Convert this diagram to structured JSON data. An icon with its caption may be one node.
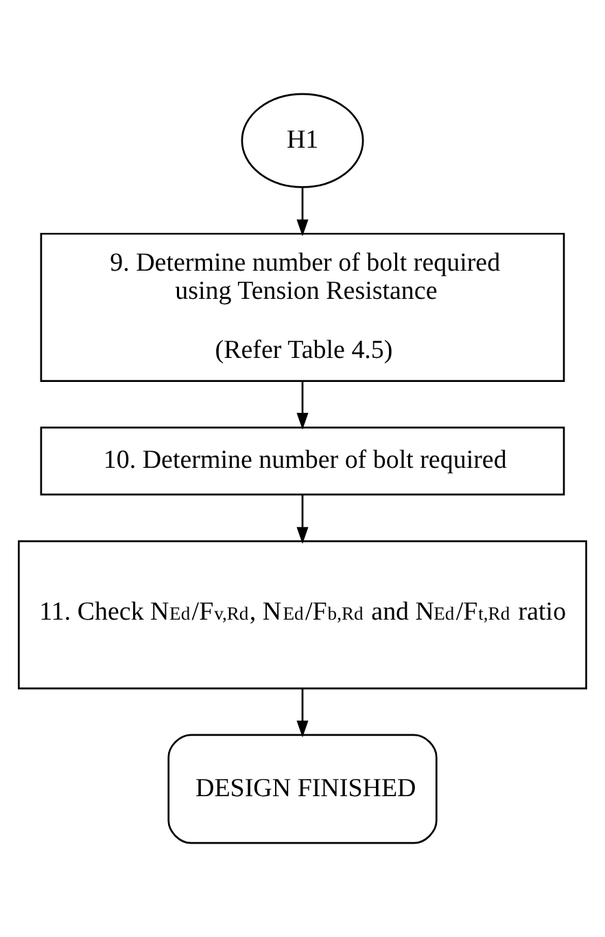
{
  "diagram": {
    "nodes": [
      {
        "text": [
          "H1"
        ]
      },
      {
        "text": [
          "9. Determine number of bolt required using Tension Resistance",
          "(Refer Table 4.5)"
        ]
      },
      {
        "text": [
          "10. Determine number of bolt required"
        ]
      },
      {
        "text": [
          "11. Check N$_{Ed}$/F$_{v,Rd}$, N$_{Ed}$/F$_{b,Rd}$ and N$_{Ed}$/F$_{t,Rd}$ ratio"
        ]
      },
      {
        "text": [
          "DESIGN FINISHED"
        ]
      }
    ],
    "edges": [
      {
        "from": 0,
        "to": 1,
        "arrow": "to"
      },
      {
        "from": 1,
        "to": 2,
        "arrow": "to"
      },
      {
        "from": 2,
        "to": 3,
        "arrow": "to"
      },
      {
        "from": 3,
        "to": 4,
        "arrow": "to"
      }
    ]
  }
}
